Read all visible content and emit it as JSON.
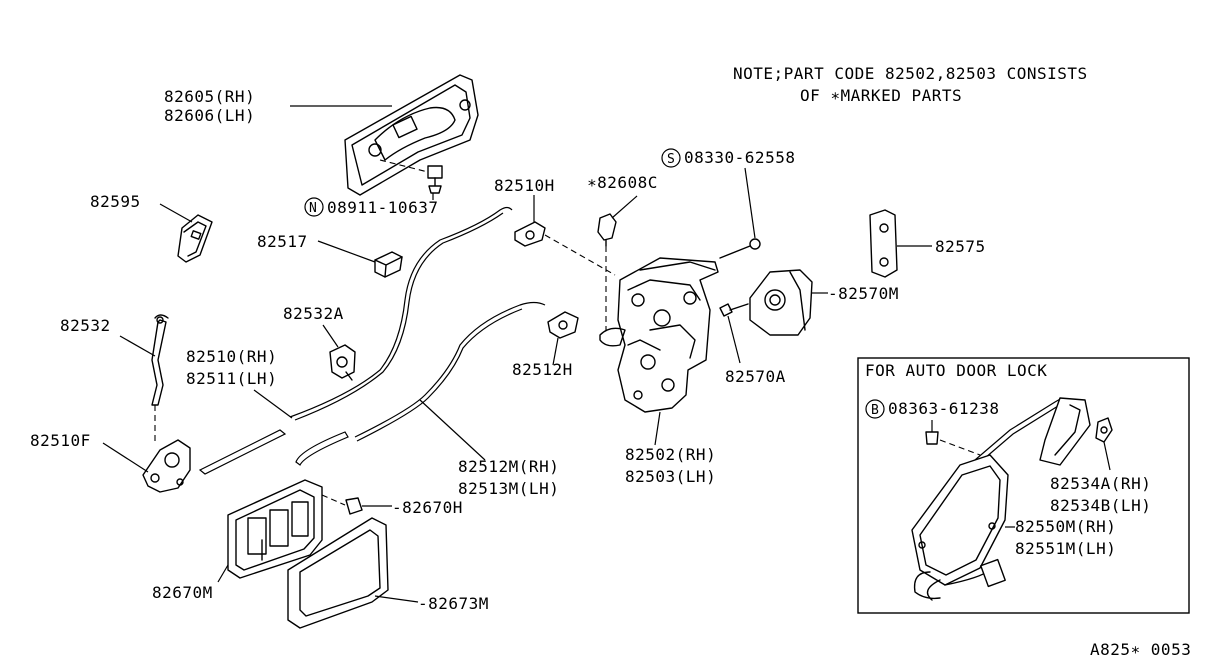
{
  "note": {
    "line1": "NOTE;PART CODE 82502,82503 CONSISTS",
    "line2": "OF ∗MARKED PARTS"
  },
  "labels": {
    "p82605": "82605(RH)",
    "p82606": "82606(LH)",
    "p08911_prefix": "N",
    "p08911": "08911-10637",
    "p82595": "82595",
    "p82517": "82517",
    "p82532A": "82532A",
    "p82532": "82532",
    "p82510rh": "82510(RH)",
    "p82511lh": "82511(LH)",
    "p82510F": "82510F",
    "p82510H": "82510H",
    "p82608C": "∗82608C",
    "p08330_prefix": "S",
    "p08330": "08330-62558",
    "p82575": "82575",
    "p82570M": "-82570M",
    "p82570A": "82570A",
    "p82512H": "82512H",
    "p82502": "82502(RH)",
    "p82503": "82503(LH)",
    "p82512M": "82512M(RH)",
    "p82513M": "82513M(LH)",
    "p82670H": "-82670H",
    "p82670M": "82670M",
    "p82673M": "-82673M"
  },
  "inset": {
    "title": "FOR AUTO DOOR LOCK",
    "bolt_prefix": "B",
    "bolt": "08363-61238",
    "p82534A": "82534A(RH)",
    "p82534B": "82534B(LH)",
    "p82550M": "82550M(RH)",
    "p82551M": "82551M(LH)"
  },
  "footer_code": "A825∗ 0053"
}
